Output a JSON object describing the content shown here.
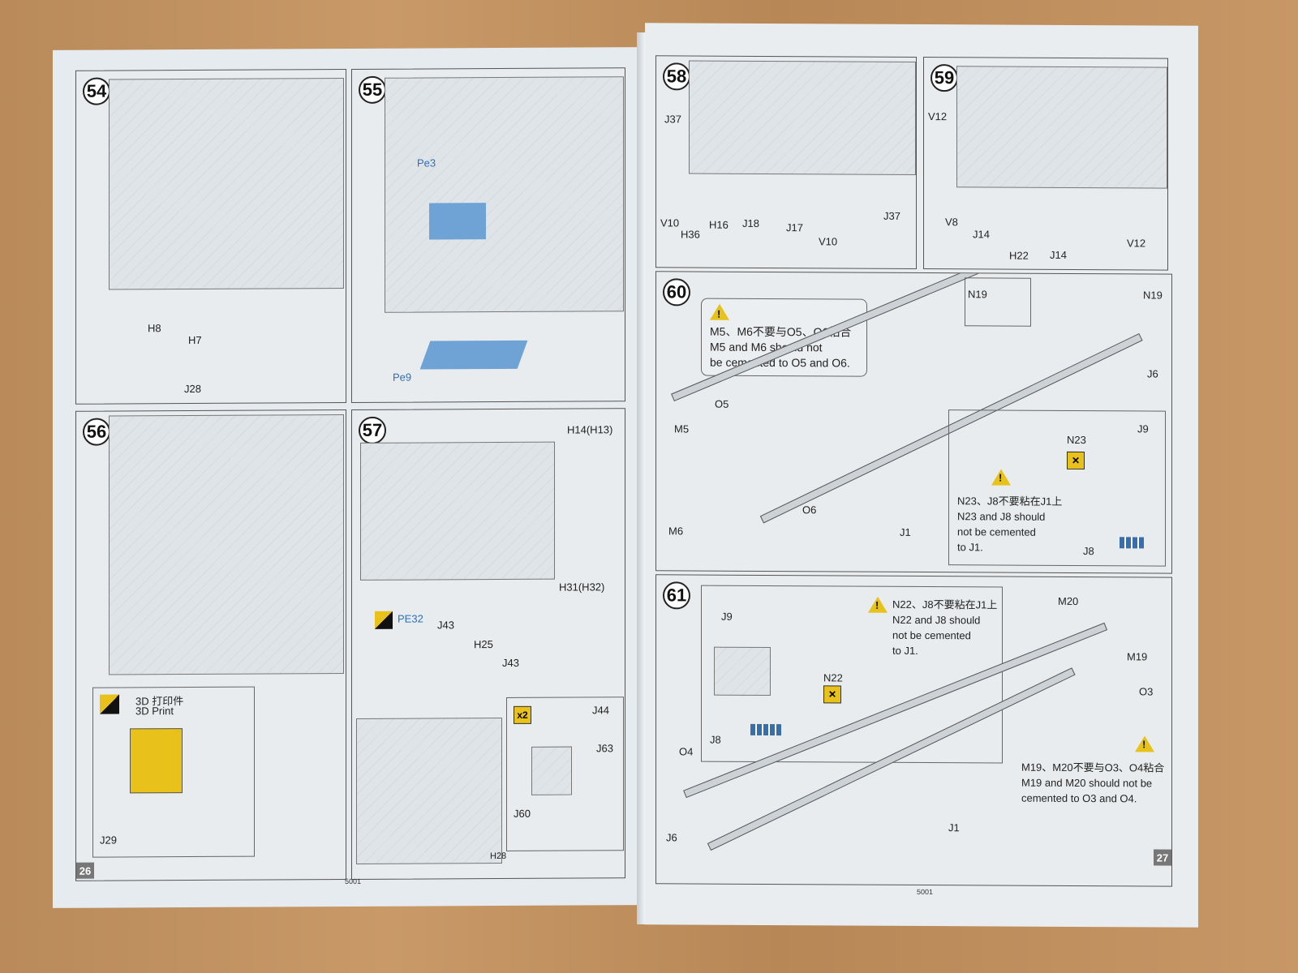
{
  "left_page": {
    "number": "26",
    "code": "5001",
    "steps": [
      {
        "n": "54",
        "labels": [
          "H8",
          "H7",
          "J28"
        ]
      },
      {
        "n": "55",
        "labels": [
          "Pe3",
          "Pe9"
        ]
      },
      {
        "n": "56",
        "print_cn": "3D 打印件",
        "print_en": "3D Print",
        "labels": [
          "J29"
        ]
      },
      {
        "n": "57",
        "labels": [
          "H14(H13)",
          "H31(H32)",
          "PE32",
          "J43",
          "H25",
          "J43",
          "J44",
          "J63",
          "J60",
          "H28"
        ],
        "multiplier": "x2"
      }
    ]
  },
  "right_page": {
    "number": "27",
    "code": "5001",
    "steps": [
      {
        "n": "58",
        "labels": [
          "J37",
          "V10",
          "H36",
          "H16",
          "J18",
          "J17",
          "V10",
          "J37"
        ]
      },
      {
        "n": "59",
        "labels": [
          "V12",
          "V8",
          "J14",
          "H22",
          "J14",
          "V12"
        ]
      },
      {
        "n": "60",
        "labels": [
          "N19",
          "N19",
          "J6",
          "O5",
          "M5",
          "M6",
          "O6",
          "J1",
          "N23",
          "J9",
          "J8"
        ],
        "note1": {
          "cn": "M5、M6不要与O5、O6粘合",
          "en1": "M5 and M6 should not",
          "en2": "be cemented to O5 and O6."
        },
        "note2": {
          "cn": "N23、J8不要粘在J1上",
          "en1": "N23 and J8 should",
          "en2": "not be cemented",
          "en3": "to J1."
        }
      },
      {
        "n": "61",
        "labels": [
          "J9",
          "N22",
          "J8",
          "M20",
          "M19",
          "O3",
          "O4",
          "J6",
          "J1"
        ],
        "note1": {
          "cn": "N22、J8不要粘在J1上",
          "en1": "N22 and J8 should",
          "en2": "not be cemented",
          "en3": "to J1."
        },
        "note2": {
          "cn": "M19、M20不要与O3、O4粘合",
          "en1": "M19 and M20 should not be",
          "en2": "cemented to O3 and O4."
        }
      }
    ]
  },
  "colors": {
    "warning": "#e7c21a",
    "photo_etch": "#2f6fb4",
    "print_part": "#e8c21a"
  }
}
